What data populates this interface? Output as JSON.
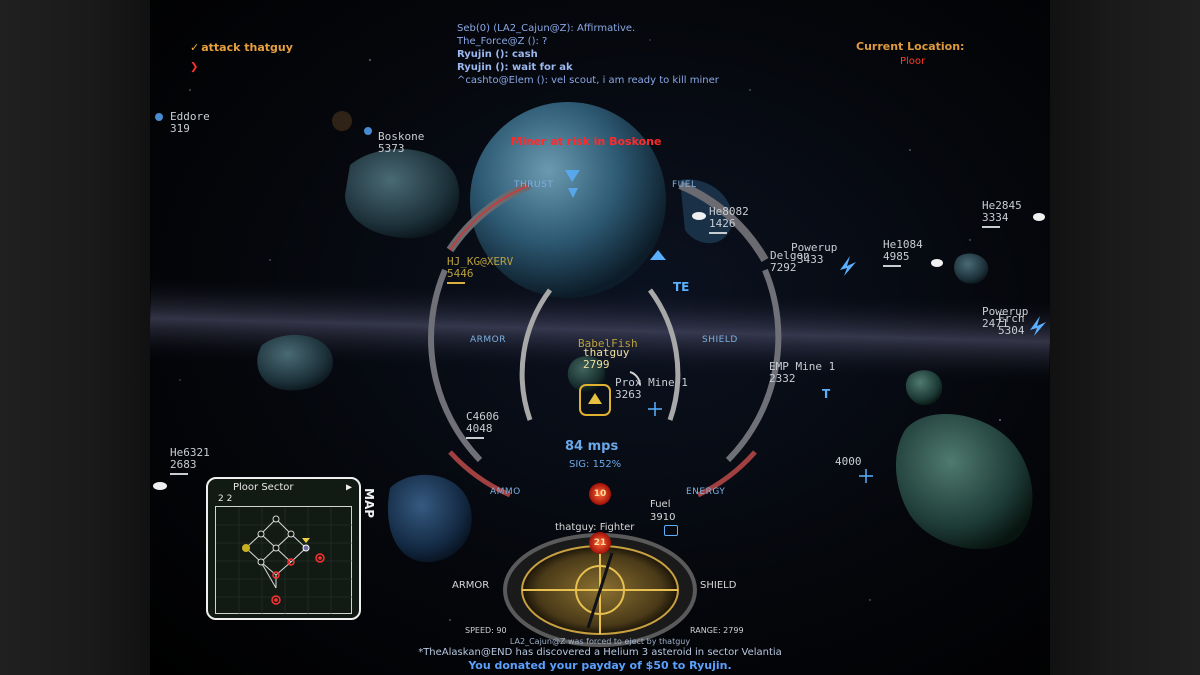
{
  "chat": [
    {
      "text": "Seb(0) (LA2_Cajun@Z): Affirmative.",
      "bold": false
    },
    {
      "text": "The_Force@Z (): ?",
      "bold": false
    },
    {
      "text": "Ryujin (): cash",
      "bold": true
    },
    {
      "text": "Ryujin (): wait for ak",
      "bold": true
    },
    {
      "text": "^cashto@Elem (): vel scout, i am ready to kill miner",
      "bold": false
    }
  ],
  "objective": {
    "check": "✓",
    "text": "attack thatguy",
    "arrow": "❯"
  },
  "location": {
    "title": "Current Location:",
    "value": "Ploor"
  },
  "alert": "Miner at risk in Boskone",
  "tags": {
    "eddore": {
      "name": "Eddore",
      "value": "319"
    },
    "boskone": {
      "name": "Boskone",
      "value": "5373"
    },
    "he8082": {
      "name": "He8082",
      "value": "1426"
    },
    "he2845": {
      "name": "He2845",
      "value": "3334"
    },
    "he1084": {
      "name": "He1084",
      "value": "4985"
    },
    "delgon": {
      "name": "Delgon",
      "value": "7292"
    },
    "powerup1": {
      "name": "Powerup",
      "value": "3433"
    },
    "powerup2": {
      "name": "Powerup",
      "value": "2471"
    },
    "erch": {
      "name": "Erch",
      "value": "5304"
    },
    "hjkg": {
      "name": "HJ_KG@XERV",
      "value": "5446"
    },
    "babelfish": {
      "name": "BabelFish",
      "value": ""
    },
    "thatguy": {
      "name": "thatguy",
      "value": "2799"
    },
    "proxmine": {
      "name": "Prox Mine 1",
      "value": "3263"
    },
    "empmine": {
      "name": "EMP Mine 1",
      "value": "2332"
    },
    "c4606": {
      "name": "C4606",
      "value": "4048"
    },
    "he6321": {
      "name": "He6321",
      "value": "2683"
    },
    "unk4000": {
      "name": "",
      "value": "4000"
    }
  },
  "hud": {
    "thrust": "THRUST",
    "fuel": "FUEL",
    "armor": "ARMOR",
    "shield": "SHIELD",
    "ammo": "AMMO",
    "energy": "ENERGY",
    "speed": "84 mps",
    "sig": "SIG: 152%",
    "ammo_count": "10",
    "target_count": "21"
  },
  "target": {
    "fuel_label": "Fuel",
    "fuel_value": "3910",
    "name": "thatguy: Fighter",
    "armor": "ARMOR",
    "shield": "SHIELD",
    "speed": "SPEED: 90",
    "range": "RANGE: 2799"
  },
  "minimap": {
    "title": "Ploor Sector",
    "tab": "MAP",
    "counts": "2   2",
    "toggle": "▶"
  },
  "feed": [
    "LA2_Cajun@Z was forced to eject by thatguy",
    "*TheAlaskan@END has discovered a Helium 3 asteroid in sector Velantia",
    "You donated your payday of $50 to Ryujin."
  ],
  "colors": {
    "hud_blue": "#7cb0e0",
    "alert_red": "#ff2a2a",
    "objective_orange": "#e8a040",
    "donation_blue": "#5aa0ff"
  }
}
